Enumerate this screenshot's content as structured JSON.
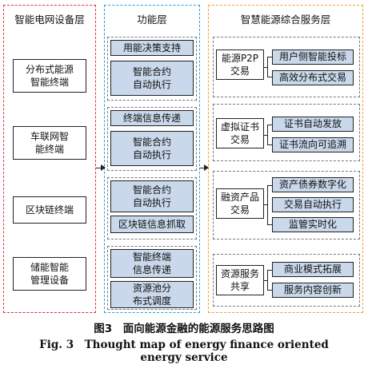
{
  "headers": {
    "left": "智能电网设备层",
    "middle": "功能层",
    "right": "智慧能源综合服务层"
  },
  "devices": [
    "分布式能源\n智能终端",
    "车联网智\n能终端",
    "区块链终端",
    "储能智能\n管理设备"
  ],
  "functions": [
    [
      "用能决策支持",
      "智能合约\n自动执行"
    ],
    [
      "终端信息传递",
      "智能合约\n自动执行"
    ],
    [
      "智能合约\n自动执行",
      "区块链信息抓取"
    ],
    [
      "智能终端\n信息传递",
      "资源池分\n布式调度"
    ]
  ],
  "services": [
    {
      "name": "能源P2P\n交易",
      "items": [
        "用户侧智能投标",
        "高效分布式交易"
      ]
    },
    {
      "name": "虚拟证书\n交易",
      "items": [
        "证书自动发放",
        "证书流向可追溯"
      ]
    },
    {
      "name": "融资产品\n交易",
      "items": [
        "资产债券数字化",
        "交易自动执行",
        "监管实时化"
      ]
    },
    {
      "name": "资源服务\n共享",
      "items": [
        "商业模式拓展",
        "服务内容创新"
      ]
    }
  ],
  "caption": {
    "cn": "图3　面向能源金融的能源服务思路图",
    "en_line1": "Fig. 3　Thought map of energy finance oriented",
    "en_line2": "energy service"
  }
}
